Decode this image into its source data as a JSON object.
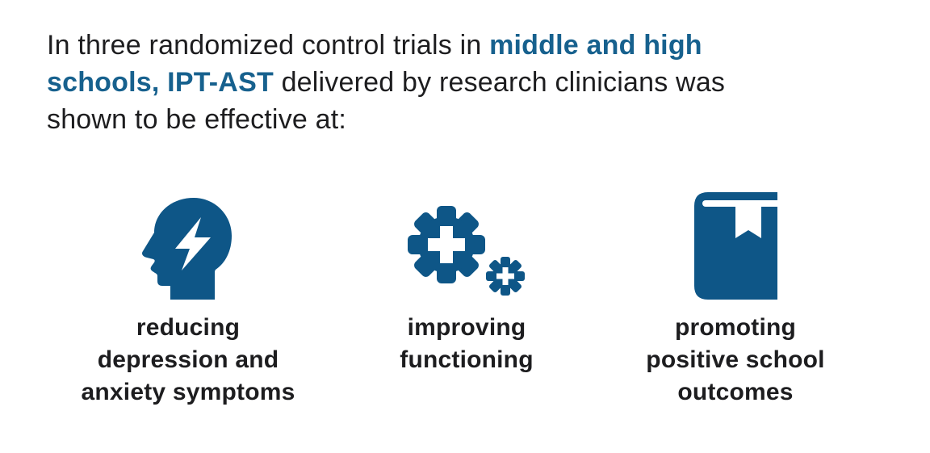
{
  "colors": {
    "icon_blue": "#0e5687",
    "emphasis_blue": "#17618e",
    "text_black": "#1d1d1f",
    "background": "#ffffff"
  },
  "heading": {
    "lines": [
      {
        "segments": [
          {
            "text": "In three randomized control trials in ",
            "emphasis": false
          },
          {
            "text": "middle and high",
            "emphasis": true
          }
        ]
      },
      {
        "segments": [
          {
            "text": "schools, IPT-AST",
            "emphasis": true
          },
          {
            "text": " delivered by research clinicians was",
            "emphasis": false
          }
        ]
      },
      {
        "segments": [
          {
            "text": "shown to be effective at:",
            "emphasis": false
          }
        ]
      }
    ]
  },
  "items": [
    {
      "icon": "head-lightning-icon",
      "caption_lines": [
        "reducing",
        "depression and",
        "anxiety symptoms"
      ]
    },
    {
      "icon": "gears-plus-icon",
      "caption_lines": [
        "improving",
        "functioning"
      ]
    },
    {
      "icon": "book-bookmark-icon",
      "caption_lines": [
        "promoting",
        "positive school",
        "outcomes"
      ]
    }
  ]
}
